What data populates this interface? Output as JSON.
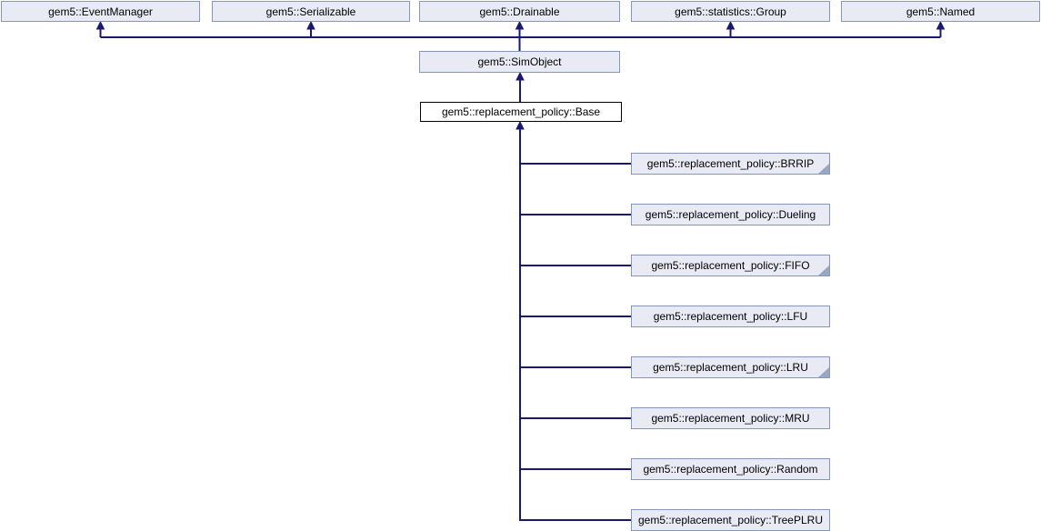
{
  "colors": {
    "edge": "#191970",
    "node-fill": "#E8EBF4",
    "node-border": "#8495C1",
    "current-fill": "#FFFFFF",
    "current-border": "#000000",
    "fold": "#9BA6C2",
    "text": "#000000",
    "background": "#FFFFFF"
  },
  "nodes": {
    "parents": [
      {
        "label": "gem5::EventManager"
      },
      {
        "label": "gem5::Serializable"
      },
      {
        "label": "gem5::Drainable"
      },
      {
        "label": "gem5::statistics::Group"
      },
      {
        "label": "gem5::Named"
      }
    ],
    "simobject": {
      "label": "gem5::SimObject"
    },
    "current": {
      "label": "gem5::replacement_policy::Base"
    },
    "children": [
      {
        "label": "gem5::replacement_policy::BRRIP",
        "has_derived": true
      },
      {
        "label": "gem5::replacement_policy::Dueling",
        "has_derived": false
      },
      {
        "label": "gem5::replacement_policy::FIFO",
        "has_derived": true
      },
      {
        "label": "gem5::replacement_policy::LFU",
        "has_derived": false
      },
      {
        "label": "gem5::replacement_policy::LRU",
        "has_derived": true
      },
      {
        "label": "gem5::replacement_policy::MRU",
        "has_derived": false
      },
      {
        "label": "gem5::replacement_policy::Random",
        "has_derived": false
      },
      {
        "label": "gem5::replacement_policy::TreePLRU",
        "has_derived": false
      }
    ]
  }
}
